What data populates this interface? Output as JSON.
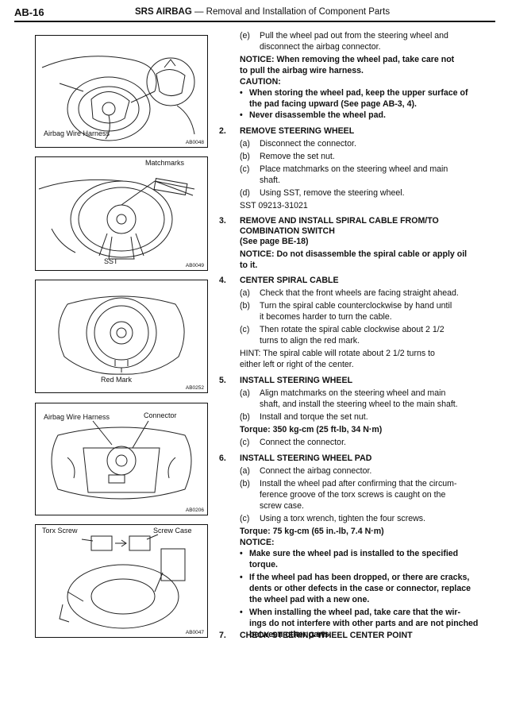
{
  "header": {
    "page": "AB-16",
    "brand": "SRS AIRBAG",
    "subtitle": "— Removal and Installation of Component Parts"
  },
  "figures": [
    {
      "code": "AB0048",
      "labels": [
        "Airbag Wire Harness"
      ]
    },
    {
      "code": "AB0049",
      "labels": [
        "Matchmarks",
        "SST"
      ]
    },
    {
      "code": "AB0252",
      "labels": [
        "Red Mark"
      ]
    },
    {
      "code": "AB0206",
      "labels": [
        "Airbag Wire Harness",
        "Connector"
      ]
    },
    {
      "code": "AB0047",
      "labels": [
        "Torx Screw",
        "Screw Case"
      ]
    }
  ],
  "text": {
    "e_letter": "(e)",
    "e_line1": "Pull the wheel pad out from the steering wheel and",
    "e_line2": "disconnect the airbag connector.",
    "notice1_l1": "NOTICE:  When removing the wheel pad, take care not",
    "notice1_l2": "to pull the airbag wire harness.",
    "caution": "CAUTION:",
    "caution_b1_l1": "When storing the wheel pad, keep the upper surface of",
    "caution_b1_l2": "the pad facing upward (See page AB-3, 4).",
    "caution_b2": "Never disassemble the wheel pad.",
    "s2_num": "2.",
    "s2_title": "REMOVE STEERING WHEEL",
    "s2_a": "Disconnect the connector.",
    "s2_b": "Remove the set nut.",
    "s2_c1": "Place matchmarks on the steering wheel and main",
    "s2_c2": "shaft.",
    "s2_d": "Using SST, remove the steering wheel.",
    "s2_sst": "SST 09213-31021",
    "s3_num": "3.",
    "s3_title1": "REMOVE AND INSTALL SPIRAL CABLE FROM/TO",
    "s3_title2": "COMBINATION SWITCH",
    "s3_title3": "(See page BE-18)",
    "s3_notice1": "NOTICE:   Do not disassemble the spiral cable or apply oil",
    "s3_notice2": "to it.",
    "s4_num": "4.",
    "s4_title": "CENTER SPIRAL CABLE",
    "s4_a": "Check that the front wheels are facing straight ahead.",
    "s4_b1": "Turn the spiral cable counterclockwise by hand until",
    "s4_b2": "it becomes harder to turn the cable.",
    "s4_c1": "Then rotate the spiral cable clockwise about 2 1/2",
    "s4_c2": "turns to align the red mark.",
    "s4_hint1": "HINT:  The spiral cable will rotate about 2 1/2 turns to",
    "s4_hint2": "either left or right of the center.",
    "s5_num": "5.",
    "s5_title": "INSTALL STEERING WHEEL",
    "s5_a1": "Align matchmarks on the steering wheel and main",
    "s5_a2": "shaft, and install the steering wheel to the main shaft.",
    "s5_b": "Install and torque the set nut.",
    "s5_torque": "Torque:   350 kg-cm (25 ft-lb, 34 N·m)",
    "s5_c": "Connect the connector.",
    "s6_num": "6.",
    "s6_title": "INSTALL STEERING WHEEL PAD",
    "s6_a": "Connect the airbag connector.",
    "s6_b1": "Install the wheel pad after confirming that the circum-",
    "s6_b2": "ference groove of the torx screws is caught on the",
    "s6_b3": "screw case.",
    "s6_c": "Using a torx wrench, tighten the four screws.",
    "s6_torque": "Torque:   75 kg-cm (65 in.-lb, 7.4 N·m)",
    "s6_notice": "NOTICE:",
    "s6_n1_l1": "Make sure the wheel pad is installed to the specified",
    "s6_n1_l2": "torque.",
    "s6_n2_l1": "If the wheel pad has been dropped, or there are cracks,",
    "s6_n2_l2": "dents or other defects in the case or connector, replace",
    "s6_n2_l3": "the wheel pad with a new one.",
    "s6_n3_l1": "When installing the wheel pad, take care that the wir-",
    "s6_n3_l2": "ings do not interfere with other parts and are not pinched",
    "s6_n3_l3": "between other parts.",
    "s7_num": "7.",
    "s7_title": "CHECK STEERING WHEEL CENTER POINT",
    "letters": {
      "a": "(a)",
      "b": "(b)",
      "c": "(c)",
      "d": "(d)",
      "bullet": "•"
    }
  }
}
